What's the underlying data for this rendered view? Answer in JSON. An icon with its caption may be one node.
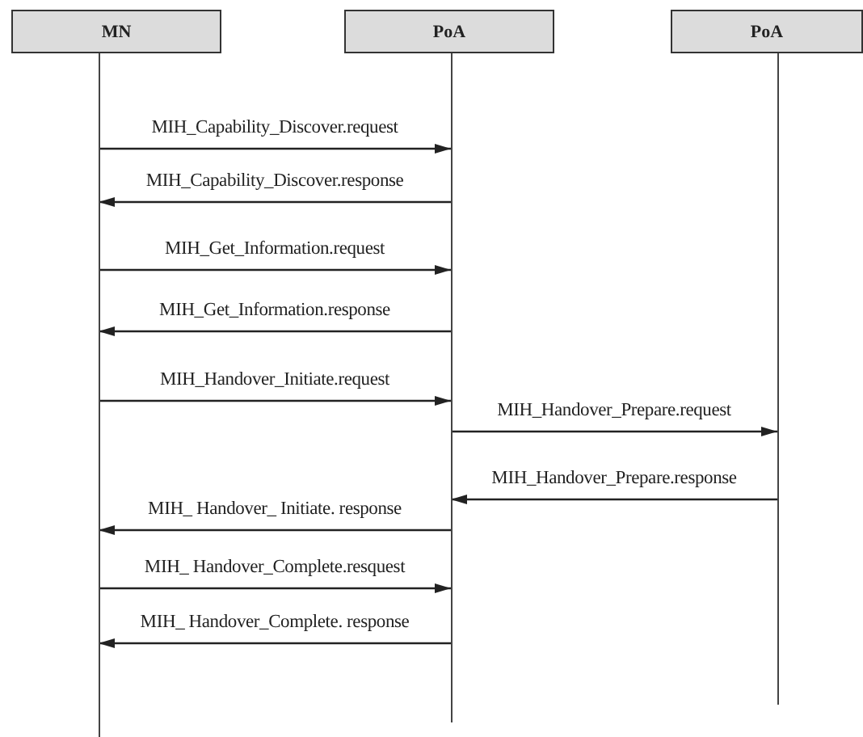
{
  "diagram": {
    "nodes": [
      {
        "text": [
          "MN"
        ]
      },
      {
        "text": [
          "PoA"
        ]
      },
      {
        "text": [
          "PoA"
        ]
      }
    ],
    "edges": [
      {
        "from": 0,
        "to": 1,
        "arrow": "to",
        "label": "MIH_Capability_Discover.request"
      },
      {
        "from": 1,
        "to": 0,
        "arrow": "to",
        "label": "MIH_Capability_Discover.response"
      },
      {
        "from": 0,
        "to": 1,
        "arrow": "to",
        "label": "MIH_Get_Information.request"
      },
      {
        "from": 1,
        "to": 0,
        "arrow": "to",
        "label": "MIH_Get_Information.response"
      },
      {
        "from": 0,
        "to": 1,
        "arrow": "to",
        "label": "MIH_Handover_Initiate.request"
      },
      {
        "from": 1,
        "to": 2,
        "arrow": "to",
        "label": "MIH_Handover_Prepare.request"
      },
      {
        "from": 2,
        "to": 1,
        "arrow": "to",
        "label": "MIH_Handover_Prepare.response"
      },
      {
        "from": 1,
        "to": 0,
        "arrow": "to",
        "label": "MIH_ Handover_ Initiate. response"
      },
      {
        "from": 0,
        "to": 1,
        "arrow": "to",
        "label": "MIH_ Handover_Complete.resquest"
      },
      {
        "from": 1,
        "to": 0,
        "arrow": "to",
        "label": "MIH_ Handover_Complete. response"
      }
    ]
  }
}
